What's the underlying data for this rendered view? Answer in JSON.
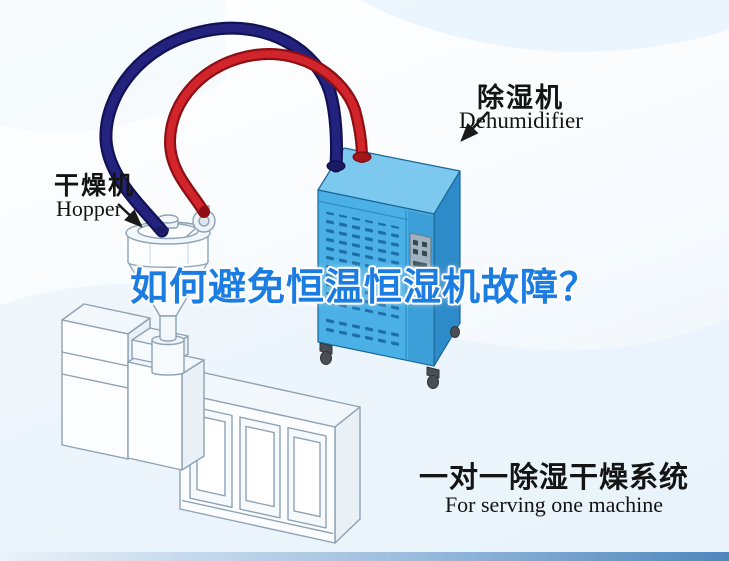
{
  "title": {
    "text": "如何避免恒温恒湿机故障？",
    "color": "#1b7ce2"
  },
  "labels": {
    "dryer_zh": "干燥机",
    "dryer_en": "Hopper",
    "dehumidifier_zh": "除湿机",
    "dehumidifier_en": "Dehumidifier"
  },
  "caption": {
    "zh": "一对一除湿干燥系统",
    "en": "For serving one machine"
  },
  "illustration": {
    "dehumidifier_front_color": "#4bb0e6",
    "dehumidifier_side_color": "#2e8bc9",
    "dehumidifier_top_color": "#7cc8ef",
    "vent_color": "#1b6fa6",
    "pipe_red_color": "#d2252b",
    "pipe_navy_color": "#23237f",
    "machine_line_color": "#8da2b4",
    "pointer_color": "#1a1a1a"
  }
}
